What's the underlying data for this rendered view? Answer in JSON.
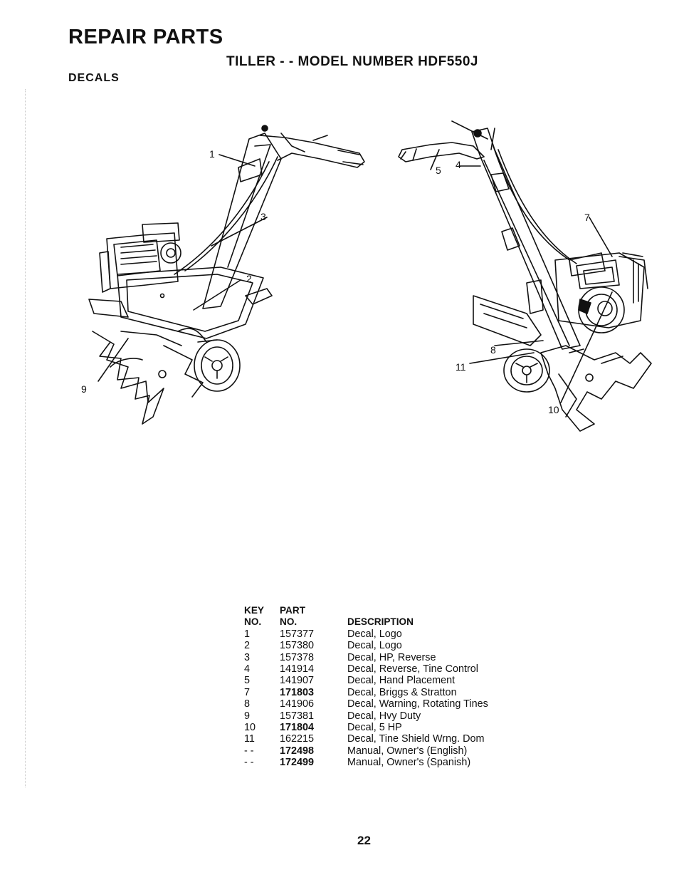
{
  "header": {
    "title": "REPAIR PARTS",
    "subtitle": "TILLER - - MODEL NUMBER HDF550J",
    "section": "DECALS"
  },
  "callouts": {
    "c1": "1",
    "c2": "2",
    "c3": "3",
    "c4": "4",
    "c5": "5",
    "c7": "7",
    "c8": "8",
    "c9": "9",
    "c10": "10",
    "c11": "11"
  },
  "parts_table": {
    "header": {
      "key_line1": "KEY",
      "key_line2": "NO.",
      "part_line1": "PART",
      "part_line2": "NO.",
      "description": "DESCRIPTION"
    },
    "rows": [
      {
        "key": "1",
        "part": "157377",
        "description": "Decal, Logo"
      },
      {
        "key": "2",
        "part": "157380",
        "description": "Decal, Logo"
      },
      {
        "key": "3",
        "part": "157378",
        "description": "Decal, HP, Reverse"
      },
      {
        "key": "4",
        "part": "141914",
        "description": "Decal, Reverse, Tine Control"
      },
      {
        "key": "5",
        "part": "141907",
        "description": "Decal, Hand Placement"
      },
      {
        "key": "7",
        "part": "171803",
        "description": "Decal, Briggs & Stratton"
      },
      {
        "key": "8",
        "part": "141906",
        "description": "Decal, Warning, Rotating Tines"
      },
      {
        "key": "9",
        "part": "157381",
        "description": "Decal, Hvy Duty"
      },
      {
        "key": "10",
        "part": "171804",
        "description": "Decal, 5 HP"
      },
      {
        "key": "11",
        "part": "162215",
        "description": "Decal, Tine Shield Wrng. Dom"
      },
      {
        "key": "- -",
        "part": "172498",
        "description": "Manual, Owner's (English)"
      },
      {
        "key": "- -",
        "part": "172499",
        "description": "Manual, Owner's (Spanish)"
      }
    ]
  },
  "footer": {
    "page_number": "22"
  }
}
